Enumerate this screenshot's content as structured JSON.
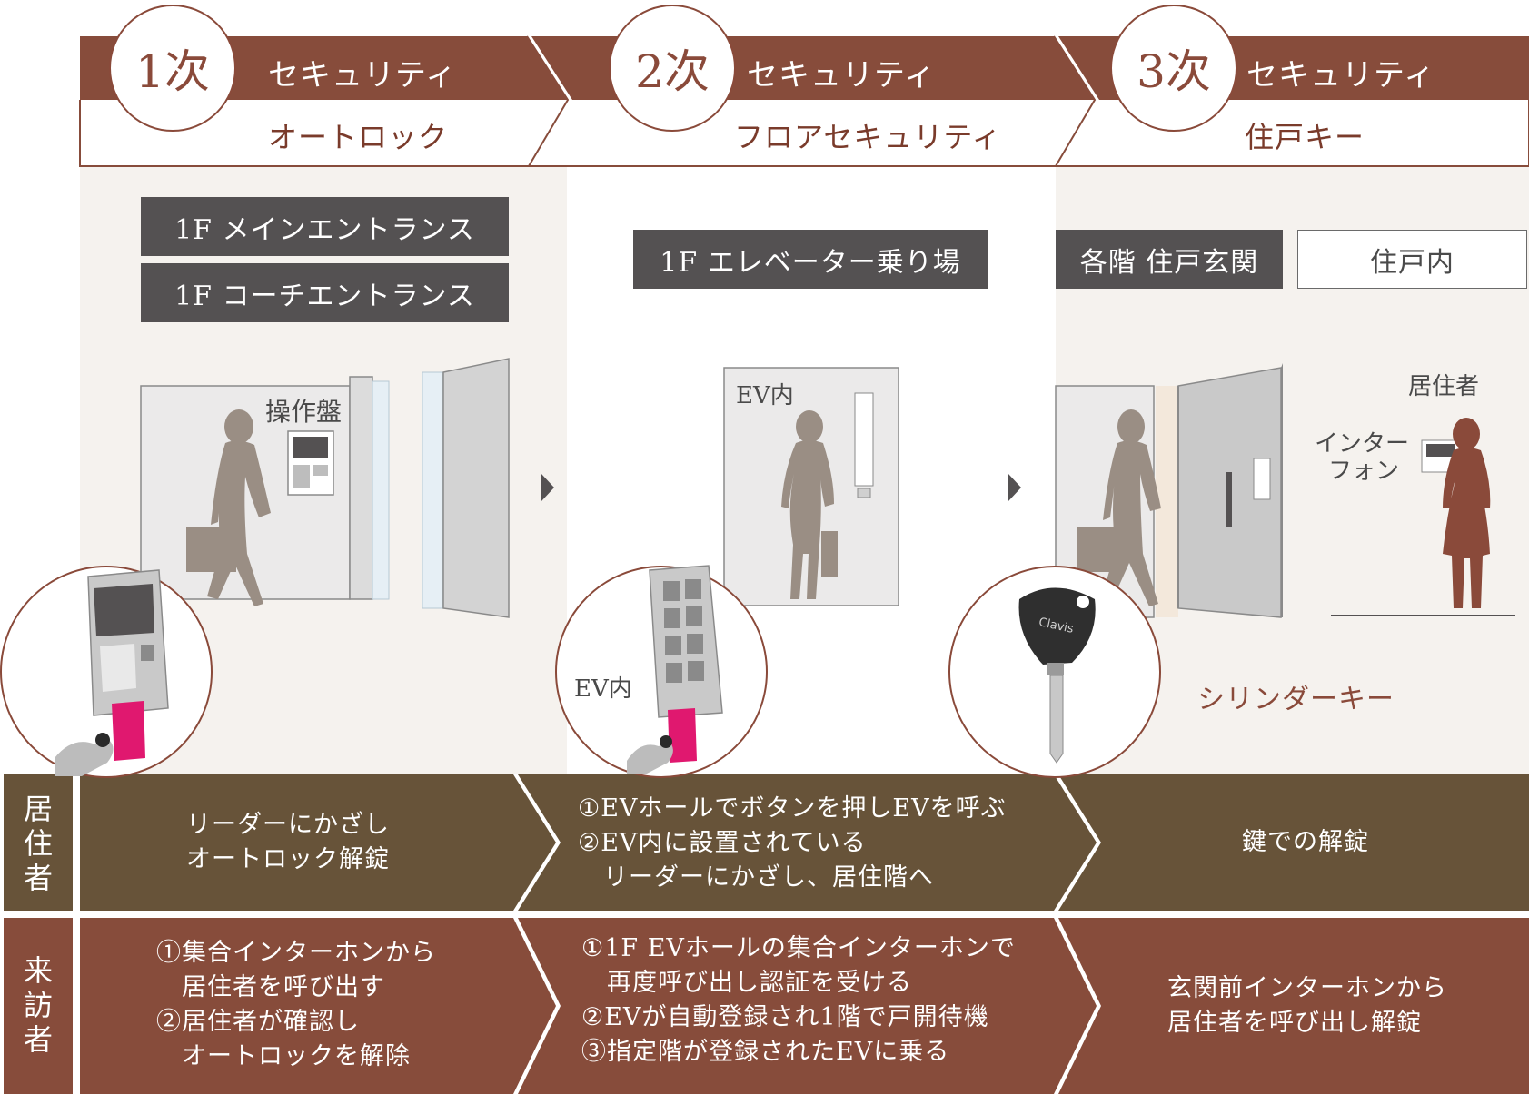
{
  "steps": [
    {
      "num": "1次",
      "title": "セキュリティ",
      "sub": "オートロック"
    },
    {
      "num": "2次",
      "title": "セキュリティ",
      "sub": "フロアセキュリティ"
    },
    {
      "num": "3次",
      "title": "セキュリティ",
      "sub": "住戸キー"
    }
  ],
  "locations": {
    "main_entrance": "1F メインエントランス",
    "coach_entrance": "1F コーチエントランス",
    "elevator_hall": "1F エレベーター乗り場",
    "each_floor": "各階 住戸玄関",
    "inside_unit": "住戸内"
  },
  "labels": {
    "control_panel": "操作盤",
    "ev_inside_1": "EV内",
    "ev_inside_2": "EV内",
    "resident": "居住者",
    "intercom_line1": "インター",
    "intercom_line2": "フォン",
    "cylinder_key": "シリンダーキー",
    "key_brand": "Clavis"
  },
  "rows": {
    "resident": {
      "label_chars": [
        "居",
        "住",
        "者"
      ],
      "col1": [
        "リーダーにかざし",
        "オートロック解錠"
      ],
      "col2": [
        "①EVホールでボタンを押しEVを呼ぶ",
        "②EV内に設置されている",
        "　リーダーにかざし、居住階へ"
      ],
      "col3": [
        "鍵での解錠"
      ]
    },
    "visitor": {
      "label_chars": [
        "来",
        "訪",
        "者"
      ],
      "col1": [
        "①集合インターホンから",
        "　居住者を呼び出す",
        "②居住者が確認し",
        "　オートロックを解除"
      ],
      "col2": [
        "①1F EVホールの集合インターホンで",
        "　再度呼び出し認証を受ける",
        "②EVが自動登録され1階で戸開待機",
        "③指定階が登録されたEVに乗る"
      ],
      "col3": [
        "玄関前インターホンから",
        "居住者を呼び出し解錠"
      ]
    }
  },
  "colors": {
    "header_brown": "#874c3b",
    "resident_row": "#675339",
    "visitor_row": "#874c3b",
    "panel_bg": "#f5f2ee",
    "dark_label": "#545152",
    "card_pink": "#e0186f",
    "silhouette_gray": "#9a8e84",
    "silhouette_brown": "#8a4a3a"
  }
}
